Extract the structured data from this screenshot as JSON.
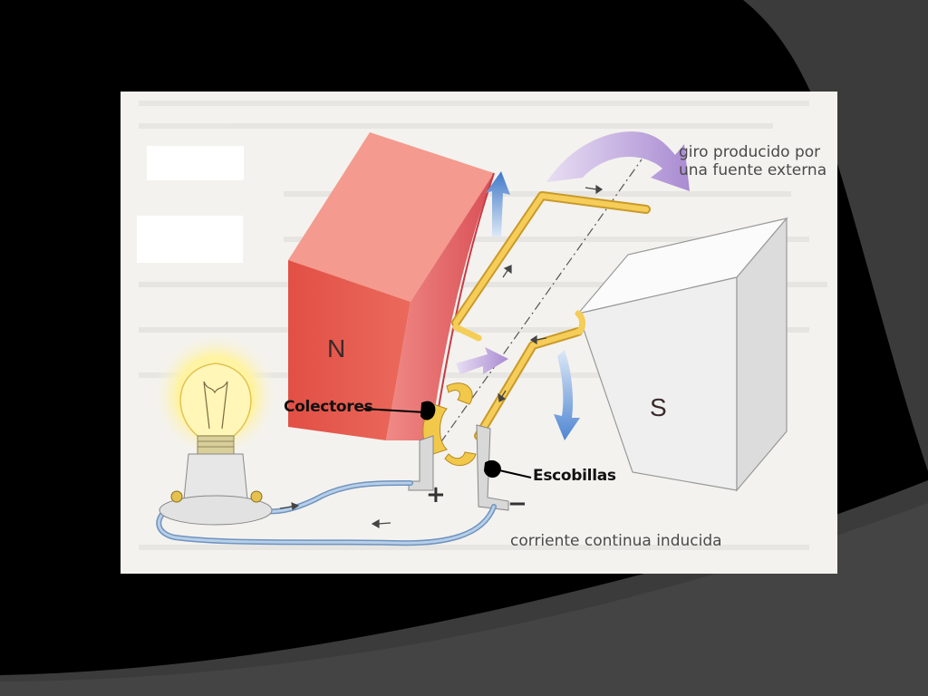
{
  "slide": {
    "background_color": "#000000",
    "swoosh_color": "#3a3a3a"
  },
  "diagram": {
    "rotation_label_line1": "giro producido por",
    "rotation_label_line2": "una fuente externa",
    "north_pole": "N",
    "south_pole": "S",
    "collectors_label": "Colectores",
    "brushes_label": "Escobillas",
    "plus_sign": "+",
    "minus_sign": "−",
    "current_label": "corriente continua inducida",
    "colors": {
      "north_magnet": "#e8665a",
      "south_magnet": "#f2f2f2",
      "coil": "#f0c040",
      "rotation_arrow": "#b9a3d8",
      "field_arrow": "#4e8ad6",
      "wire": "#8fb3d9",
      "bulb_glow": "#fff3a0"
    },
    "icons": [
      "light-bulb-icon",
      "rotation-arrow-icon",
      "field-arrow-icon"
    ]
  }
}
